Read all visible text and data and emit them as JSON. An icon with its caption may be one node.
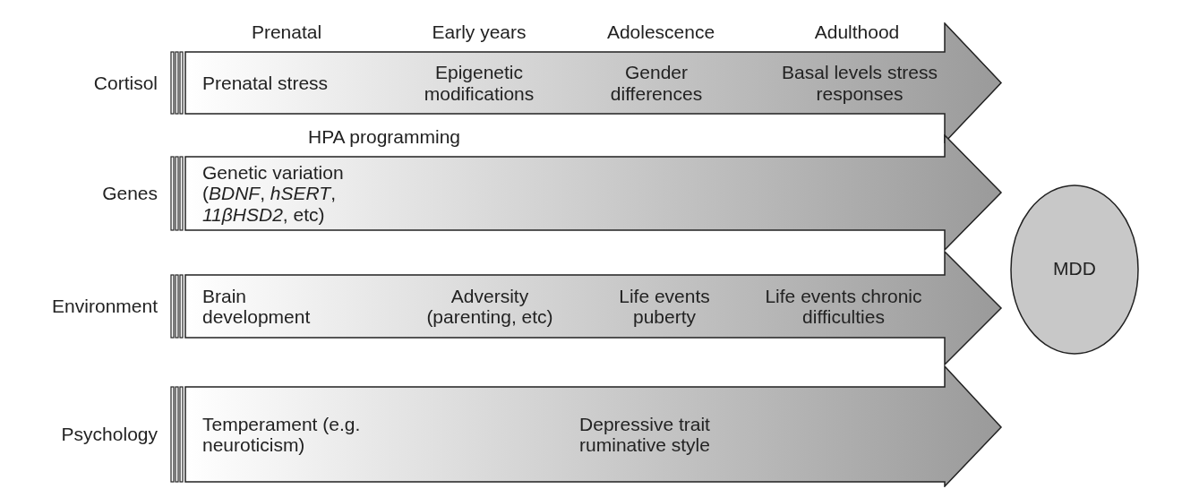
{
  "diagram": {
    "nodes": [
      {
        "text": [
          "Prenatal stress",
          "Epigenetic modifications",
          "Gender differences",
          "Basal levels stress responses"
        ],
        "beside": [
          "Cortisol"
        ]
      },
      {
        "text": [
          "Genetic variation (*BDNF*, *hSERT*, *11βHSD2*, etc)"
        ],
        "beside": [
          "Genes"
        ]
      },
      {
        "text": [
          "Brain development",
          "Adversity (parenting, etc)",
          "Life events puberty",
          "Life events chronic difficulties"
        ],
        "beside": [
          "Environment"
        ]
      },
      {
        "text": [
          "Temperament (e.g. neuroticism)",
          "Depressive trait ruminative style"
        ],
        "beside": [
          "Psychology"
        ]
      },
      {
        "text": [
          "MDD"
        ]
      }
    ],
    "labels": [
      "Prenatal",
      "Early years",
      "Adolescence",
      "Adulthood",
      "HPA programming"
    ]
  }
}
